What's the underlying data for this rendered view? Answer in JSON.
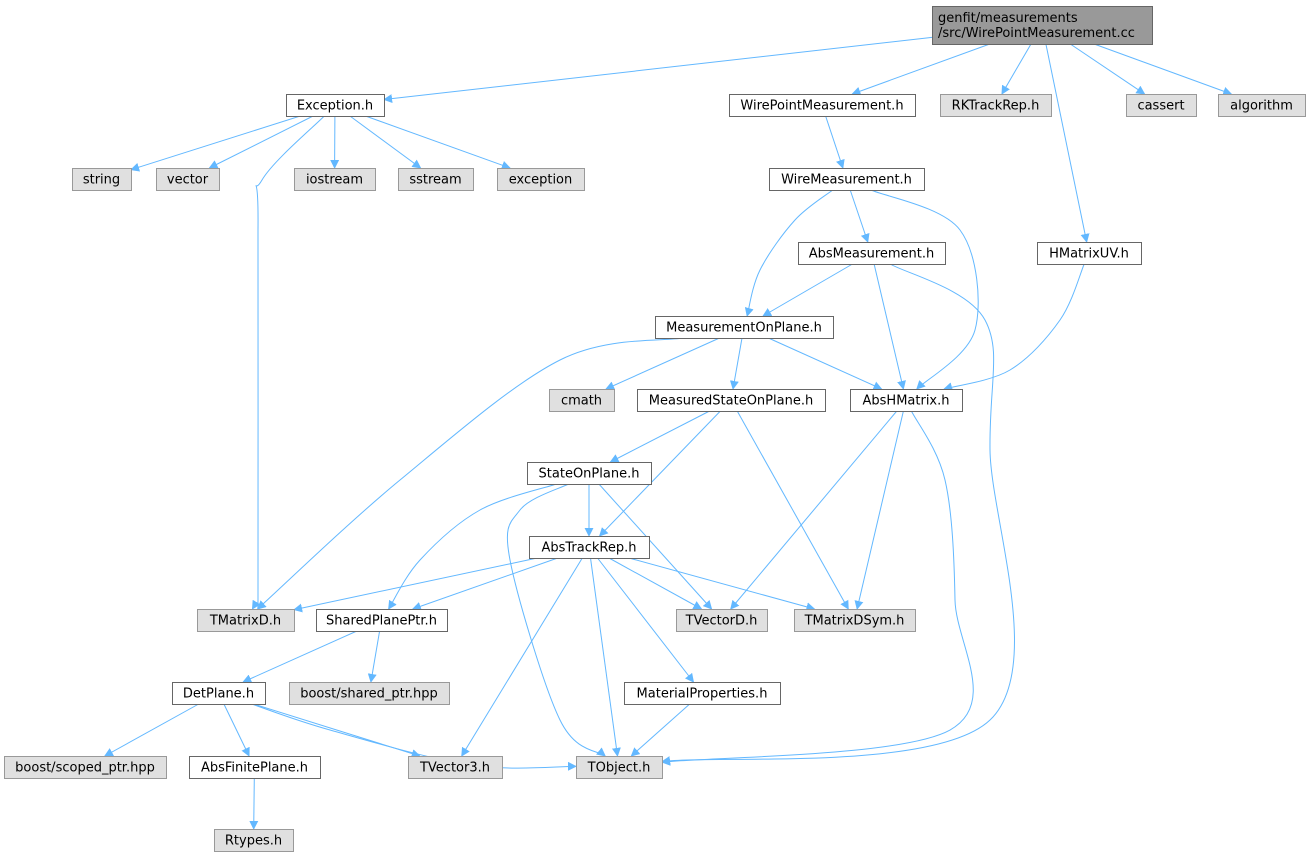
{
  "colors": {
    "edge": "#63b8ff",
    "root_fill": "#999999",
    "root_stroke": "#666666",
    "internal_fill": "#ffffff",
    "internal_stroke": "#666666",
    "external_fill": "#e0e0e0",
    "external_stroke": "#999999"
  },
  "nodes": [
    {
      "id": "root",
      "kind": "root",
      "lines": [
        "genfit/measurements",
        "/src/WirePointMeasurement.cc"
      ]
    },
    {
      "id": "exception",
      "kind": "internal",
      "lines": [
        "Exception.h"
      ]
    },
    {
      "id": "wirepoint",
      "kind": "internal",
      "lines": [
        "WirePointMeasurement.h"
      ]
    },
    {
      "id": "rktrackrep",
      "kind": "external",
      "lines": [
        "RKTrackRep.h"
      ]
    },
    {
      "id": "cassert",
      "kind": "external",
      "lines": [
        "cassert"
      ]
    },
    {
      "id": "algorithm",
      "kind": "external",
      "lines": [
        "algorithm"
      ]
    },
    {
      "id": "string",
      "kind": "external",
      "lines": [
        "string"
      ]
    },
    {
      "id": "vector",
      "kind": "external",
      "lines": [
        "vector"
      ]
    },
    {
      "id": "iostream",
      "kind": "external",
      "lines": [
        "iostream"
      ]
    },
    {
      "id": "sstream",
      "kind": "external",
      "lines": [
        "sstream"
      ]
    },
    {
      "id": "exceptionstd",
      "kind": "external",
      "lines": [
        "exception"
      ]
    },
    {
      "id": "wiremeas",
      "kind": "internal",
      "lines": [
        "WireMeasurement.h"
      ]
    },
    {
      "id": "absmeas",
      "kind": "internal",
      "lines": [
        "AbsMeasurement.h"
      ]
    },
    {
      "id": "hmatrixuv",
      "kind": "internal",
      "lines": [
        "HMatrixUV.h"
      ]
    },
    {
      "id": "measonplane",
      "kind": "internal",
      "lines": [
        "MeasurementOnPlane.h"
      ]
    },
    {
      "id": "cmath",
      "kind": "external",
      "lines": [
        "cmath"
      ]
    },
    {
      "id": "measstate",
      "kind": "internal",
      "lines": [
        "MeasuredStateOnPlane.h"
      ]
    },
    {
      "id": "abshmatrix",
      "kind": "internal",
      "lines": [
        "AbsHMatrix.h"
      ]
    },
    {
      "id": "stateonplane",
      "kind": "internal",
      "lines": [
        "StateOnPlane.h"
      ]
    },
    {
      "id": "abstrackrep",
      "kind": "internal",
      "lines": [
        "AbsTrackRep.h"
      ]
    },
    {
      "id": "tmatrixd",
      "kind": "external",
      "lines": [
        "TMatrixD.h"
      ]
    },
    {
      "id": "sharedplane",
      "kind": "internal",
      "lines": [
        "SharedPlanePtr.h"
      ]
    },
    {
      "id": "tvectord",
      "kind": "external",
      "lines": [
        "TVectorD.h"
      ]
    },
    {
      "id": "tmatrixdsym",
      "kind": "external",
      "lines": [
        "TMatrixDSym.h"
      ]
    },
    {
      "id": "detplane",
      "kind": "internal",
      "lines": [
        "DetPlane.h"
      ]
    },
    {
      "id": "boostshared",
      "kind": "external",
      "lines": [
        "boost/shared_ptr.hpp"
      ]
    },
    {
      "id": "matprops",
      "kind": "internal",
      "lines": [
        "MaterialProperties.h"
      ]
    },
    {
      "id": "boostscoped",
      "kind": "external",
      "lines": [
        "boost/scoped_ptr.hpp"
      ]
    },
    {
      "id": "absfinite",
      "kind": "internal",
      "lines": [
        "AbsFinitePlane.h"
      ]
    },
    {
      "id": "tvector3",
      "kind": "external",
      "lines": [
        "TVector3.h"
      ]
    },
    {
      "id": "tobject",
      "kind": "external",
      "lines": [
        "TObject.h"
      ]
    },
    {
      "id": "rtypes",
      "kind": "external",
      "lines": [
        "Rtypes.h"
      ]
    }
  ],
  "edges": [
    [
      "root",
      "exception"
    ],
    [
      "root",
      "wirepoint"
    ],
    [
      "root",
      "rktrackrep"
    ],
    [
      "root",
      "cassert"
    ],
    [
      "root",
      "algorithm"
    ],
    [
      "root",
      "hmatrixuv"
    ],
    [
      "exception",
      "string"
    ],
    [
      "exception",
      "vector"
    ],
    [
      "exception",
      "iostream"
    ],
    [
      "exception",
      "sstream"
    ],
    [
      "exception",
      "exceptionstd"
    ],
    [
      "exception",
      "tmatrixd"
    ],
    [
      "wirepoint",
      "wiremeas"
    ],
    [
      "wiremeas",
      "absmeas"
    ],
    [
      "wiremeas",
      "measonplane"
    ],
    [
      "wiremeas",
      "abshmatrix"
    ],
    [
      "absmeas",
      "measonplane"
    ],
    [
      "absmeas",
      "abshmatrix"
    ],
    [
      "absmeas",
      "tobject"
    ],
    [
      "hmatrixuv",
      "abshmatrix"
    ],
    [
      "measonplane",
      "tmatrixd"
    ],
    [
      "measonplane",
      "cmath"
    ],
    [
      "measonplane",
      "measstate"
    ],
    [
      "measonplane",
      "abshmatrix"
    ],
    [
      "measstate",
      "stateonplane"
    ],
    [
      "measstate",
      "abstrackrep"
    ],
    [
      "measstate",
      "tmatrixdsym"
    ],
    [
      "abshmatrix",
      "tvectord"
    ],
    [
      "abshmatrix",
      "tmatrixdsym"
    ],
    [
      "abshmatrix",
      "tobject"
    ],
    [
      "stateonplane",
      "abstrackrep"
    ],
    [
      "stateonplane",
      "sharedplane"
    ],
    [
      "stateonplane",
      "tvectord"
    ],
    [
      "stateonplane",
      "tobject"
    ],
    [
      "abstrackrep",
      "tmatrixd"
    ],
    [
      "abstrackrep",
      "sharedplane"
    ],
    [
      "abstrackrep",
      "tvectord"
    ],
    [
      "abstrackrep",
      "tmatrixdsym"
    ],
    [
      "abstrackrep",
      "matprops"
    ],
    [
      "abstrackrep",
      "tvector3"
    ],
    [
      "abstrackrep",
      "tobject"
    ],
    [
      "sharedplane",
      "detplane"
    ],
    [
      "sharedplane",
      "boostshared"
    ],
    [
      "detplane",
      "boostscoped"
    ],
    [
      "detplane",
      "absfinite"
    ],
    [
      "detplane",
      "tvector3"
    ],
    [
      "detplane",
      "tobject"
    ],
    [
      "matprops",
      "tobject"
    ],
    [
      "absfinite",
      "rtypes"
    ]
  ]
}
